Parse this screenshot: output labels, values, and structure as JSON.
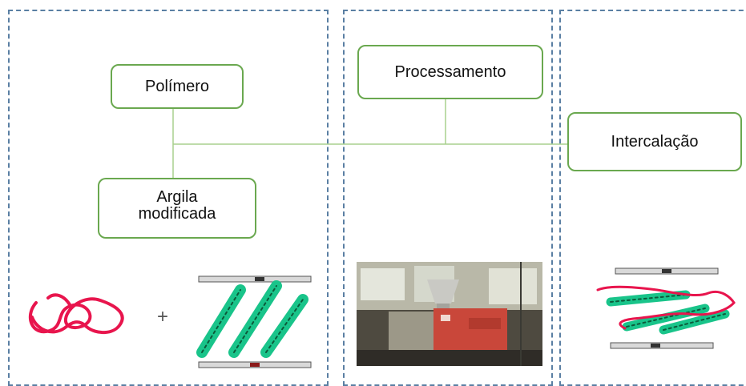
{
  "diagram": {
    "nodes": {
      "polimero": "Polímero",
      "argila_line1": "Argila",
      "argila_line2": "modificada",
      "processamento": "Processamento",
      "intercalacao": "Intercalação"
    },
    "plus_sign": "+",
    "colors": {
      "panel_border": "#5a7fa3",
      "node_border": "#6aa84f",
      "connector": "#a8d08d",
      "polymer_chain": "#e8154d",
      "clay_layer": "#19c48a"
    }
  }
}
